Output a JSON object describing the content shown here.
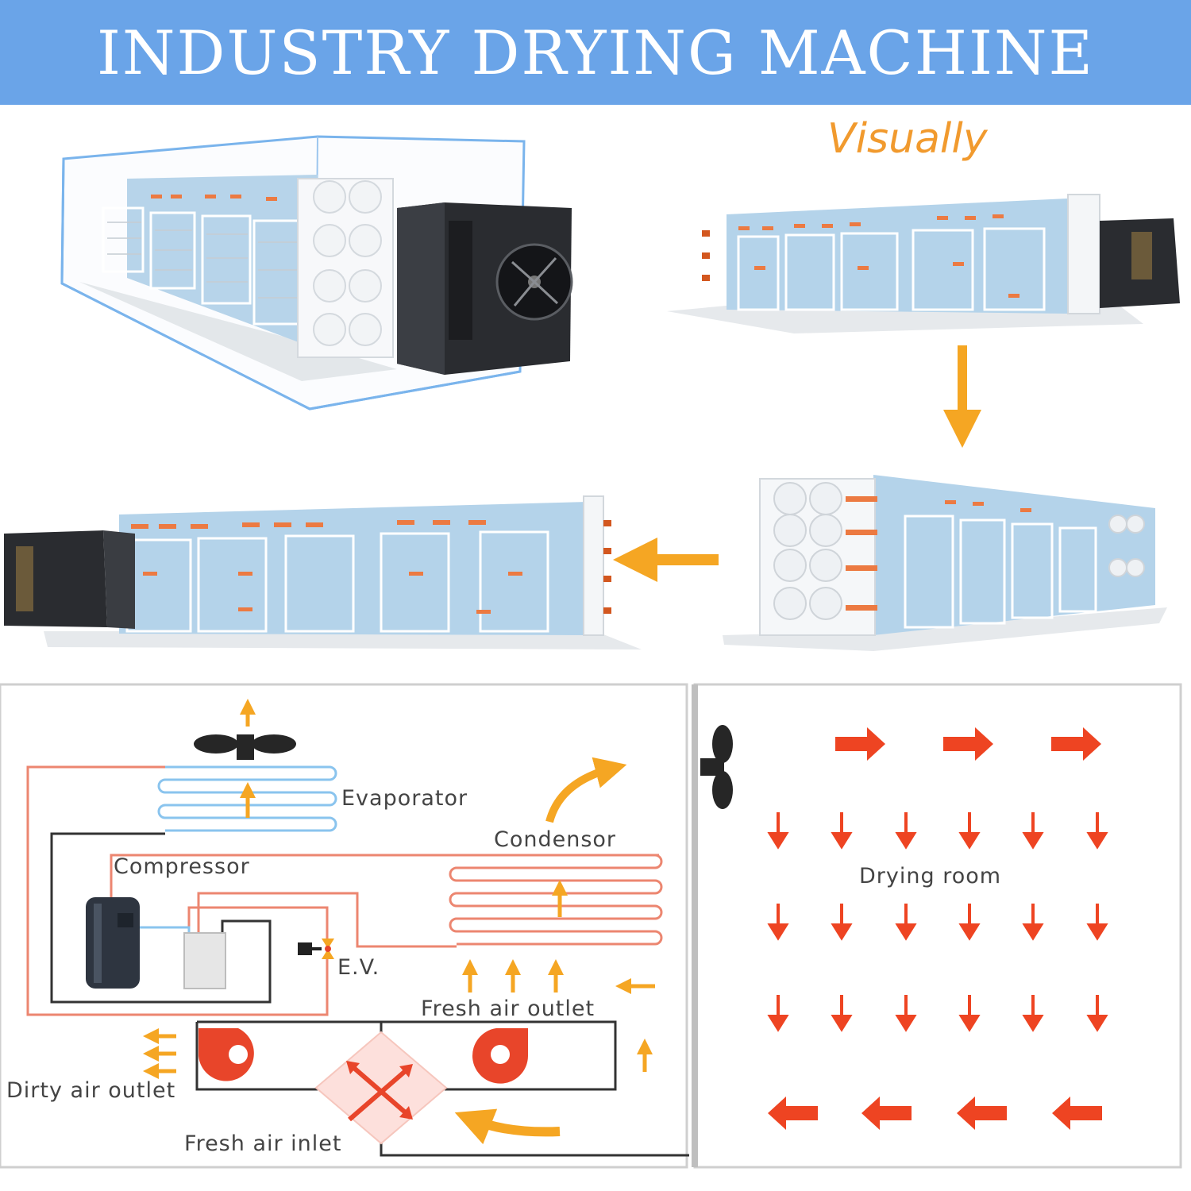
{
  "header": {
    "title": "INDUSTRY DRYING MACHINE"
  },
  "caption": {
    "visually": "Visually"
  },
  "diagram": {
    "labels": {
      "evaporator": "Evaporator",
      "condensor": "Condensor",
      "compressor": "Compressor",
      "ev": "E.V.",
      "fresh_air_outlet": "Fresh air outlet",
      "dirty_air_outlet": "Dirty air outlet",
      "fresh_air_inlet": "Fresh air inlet",
      "drying_room": "Drying room"
    }
  },
  "colors": {
    "banner": "#6aa4e8",
    "accent_orange": "#f5a623",
    "airflow_red": "#ee4422",
    "pipe_red": "#ec8670",
    "pipe_blue": "#8ac4ee",
    "room_blue": "#b4d3ea",
    "unit_dark": "#2a2c30",
    "enclosure_blue": "#6aabe8"
  }
}
